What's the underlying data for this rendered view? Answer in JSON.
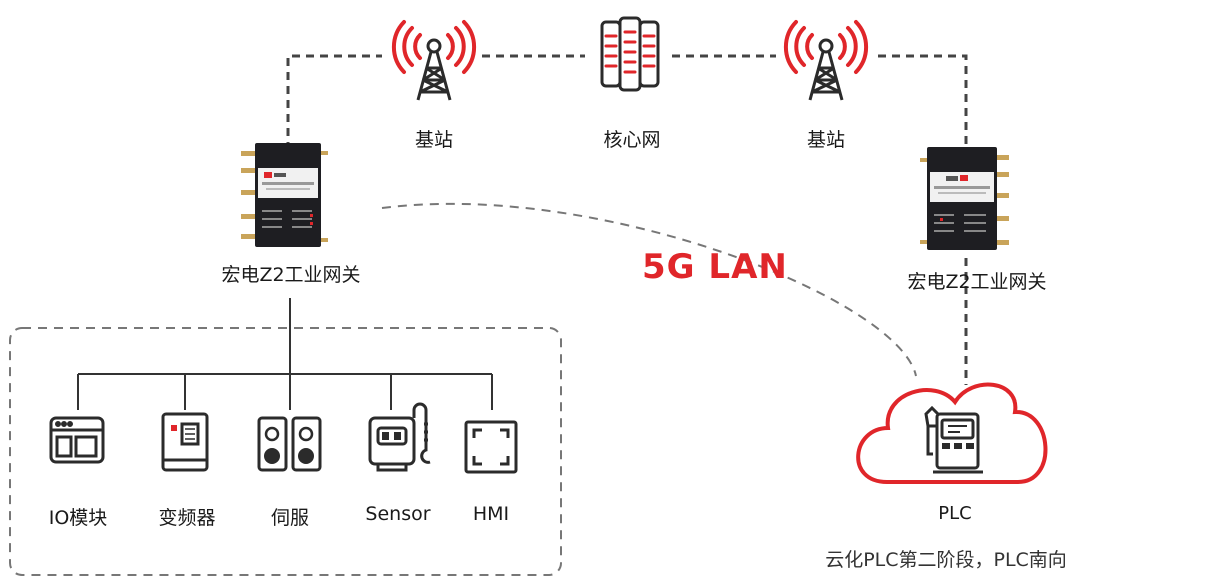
{
  "diagram": {
    "base_station_left": "基站",
    "core_network": "核心网",
    "base_station_right": "基站",
    "gateway_left": "宏电Z2工业网关",
    "gateway_right": "宏电Z2工业网关",
    "lan_label": "5G  LAN",
    "devices": [
      {
        "label": "IO模块",
        "icon": "io-module-icon"
      },
      {
        "label": "变频器",
        "icon": "inverter-icon"
      },
      {
        "label": "伺服",
        "icon": "servo-icon"
      },
      {
        "label": "Sensor",
        "icon": "sensor-icon"
      },
      {
        "label": "HMI",
        "icon": "hmi-icon"
      }
    ],
    "plc_label": "PLC",
    "footnote": "云化PLC第二阶段，PLC南向",
    "colors": {
      "accent": "#e0262a",
      "line": "#444444",
      "dashed_curve": "#777777",
      "device": "#2b2b2b"
    }
  }
}
